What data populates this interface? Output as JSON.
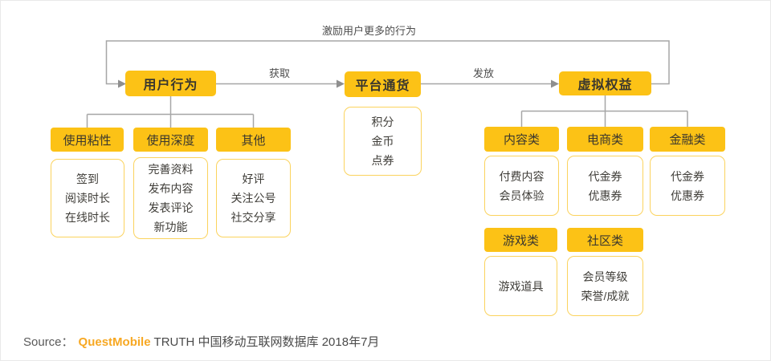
{
  "header": {
    "feedback_label": "激励用户更多的行为"
  },
  "main_nodes": {
    "user_behavior": "用户行为",
    "platform_currency": "平台通货",
    "virtual_rights": "虚拟权益"
  },
  "edges": {
    "acquire": "获取",
    "issue": "发放"
  },
  "user_behavior_groups": [
    {
      "label": "使用粘性",
      "items": [
        "签到",
        "阅读时长",
        "在线时长"
      ]
    },
    {
      "label": "使用深度",
      "items": [
        "完善资料",
        "发布内容",
        "发表评论",
        "新功能"
      ]
    },
    {
      "label": "其他",
      "items": [
        "好评",
        "关注公号",
        "社交分享"
      ]
    }
  ],
  "platform_currency_items": [
    "积分",
    "金币",
    "点券"
  ],
  "virtual_rights_groups": [
    {
      "label": "内容类",
      "items": [
        "付费内容",
        "会员体验"
      ]
    },
    {
      "label": "电商类",
      "items": [
        "代金券",
        "优惠券"
      ]
    },
    {
      "label": "金融类",
      "items": [
        "代金券",
        "优惠券"
      ]
    },
    {
      "label": "游戏类",
      "items": [
        "游戏道具"
      ]
    },
    {
      "label": "社区类",
      "items": [
        "会员等级",
        "荣誉/成就"
      ]
    }
  ],
  "source": {
    "prefix": "Source：",
    "brand": "QuestMobile",
    "suffix": "TRUTH 中国移动互联网数据库 2018年7月"
  },
  "colors": {
    "accent_yellow": "#fcc216",
    "card_border_yellow": "#fbd35d",
    "connector_gray": "#a6a6a6",
    "brand_orange": "#f7a823",
    "text_dark": "#3a372e"
  }
}
